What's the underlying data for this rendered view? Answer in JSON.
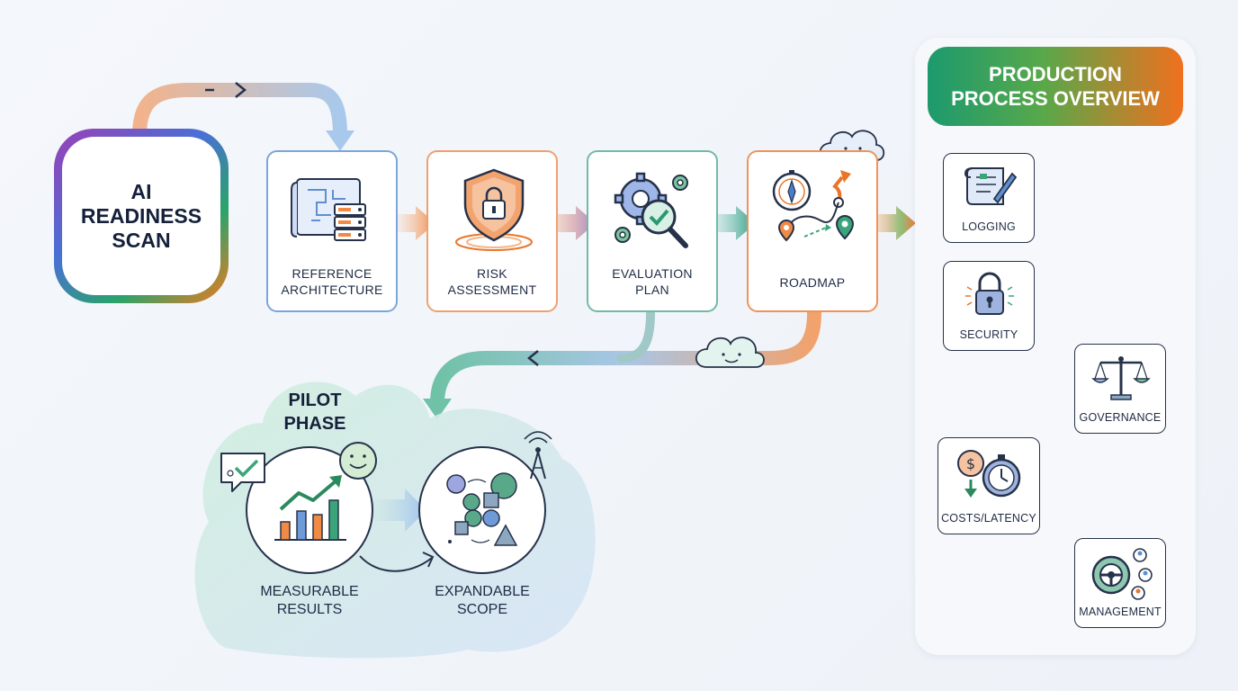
{
  "start": {
    "title_lines": [
      "AI",
      "READINESS",
      "SCAN"
    ]
  },
  "steps": [
    {
      "label_lines": [
        "REFERENCE",
        "ARCHITECTURE"
      ],
      "icon": "blueprint-server-icon",
      "border": "#5f8fd0"
    },
    {
      "label_lines": [
        "RISK",
        "ASSESSMENT"
      ],
      "icon": "shield-lock-icon",
      "border": "#e07a30"
    },
    {
      "label_lines": [
        "EVALUATION",
        "PLAN"
      ],
      "icon": "gears-magnifier-icon",
      "border": "#3ea58a"
    },
    {
      "label_lines": [
        "ROADMAP"
      ],
      "icon": "compass-route-icon",
      "border": "#e8762a"
    }
  ],
  "pilot": {
    "title_lines": [
      "PILOT",
      "PHASE"
    ],
    "results": {
      "label_lines": [
        "MEASURABLE",
        "RESULTS"
      ],
      "icon": "bar-chart-trend-icon"
    },
    "scope": {
      "label_lines": [
        "EXPANDABLE",
        "SCOPE"
      ],
      "icon": "shapes-network-icon"
    }
  },
  "production": {
    "title_lines": [
      "PRODUCTION",
      "PROCESS OVERVIEW"
    ],
    "items": [
      {
        "label": "LOGGING",
        "icon": "scroll-pen-icon"
      },
      {
        "label": "SECURITY",
        "icon": "padlock-icon"
      },
      {
        "label": "GOVERNANCE",
        "icon": "scales-icon"
      },
      {
        "label": "COSTS/LATENCY",
        "icon": "coin-stopwatch-icon"
      },
      {
        "label": "MANAGEMENT",
        "icon": "steering-wheel-users-icon"
      }
    ]
  },
  "colors": {
    "navy": "#26324a",
    "blue": "#5f8fd0",
    "orange": "#e8762a",
    "teal": "#3ea58a",
    "purple": "#9b6cc4",
    "green": "#2aa36b"
  }
}
